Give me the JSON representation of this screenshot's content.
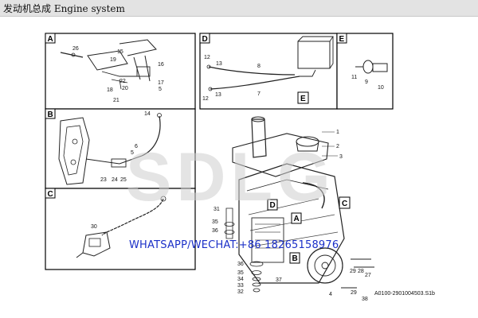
{
  "title": "发动机总成 Engine system",
  "watermark": "SDLG",
  "contact": "WHATSAPP/WECHAT:+86 18265158976",
  "drawing_code": "A0100-2901004503.S1b",
  "panels": {
    "A": {
      "letter": "A",
      "labels": [
        "26",
        "19",
        "15",
        "16",
        "22",
        "17",
        "18",
        "21",
        "20",
        "5"
      ]
    },
    "B": {
      "letter": "B",
      "labels": [
        "14",
        "6",
        "5",
        "23",
        "24",
        "25"
      ]
    },
    "C": {
      "letter": "C",
      "labels": [
        "30"
      ]
    },
    "D": {
      "letter": "D",
      "labels": [
        "12",
        "13",
        "8",
        "7",
        "12",
        "13",
        "E"
      ]
    },
    "E": {
      "letter": "E",
      "labels": [
        "11",
        "9",
        "10"
      ]
    }
  },
  "main_labels": [
    "1",
    "2",
    "3",
    "31",
    "35",
    "36",
    "4",
    "29",
    "28",
    "27",
    "36",
    "35",
    "34",
    "33",
    "32",
    "37",
    "29",
    "38"
  ],
  "main_callouts": [
    "A",
    "B",
    "C",
    "D"
  ]
}
